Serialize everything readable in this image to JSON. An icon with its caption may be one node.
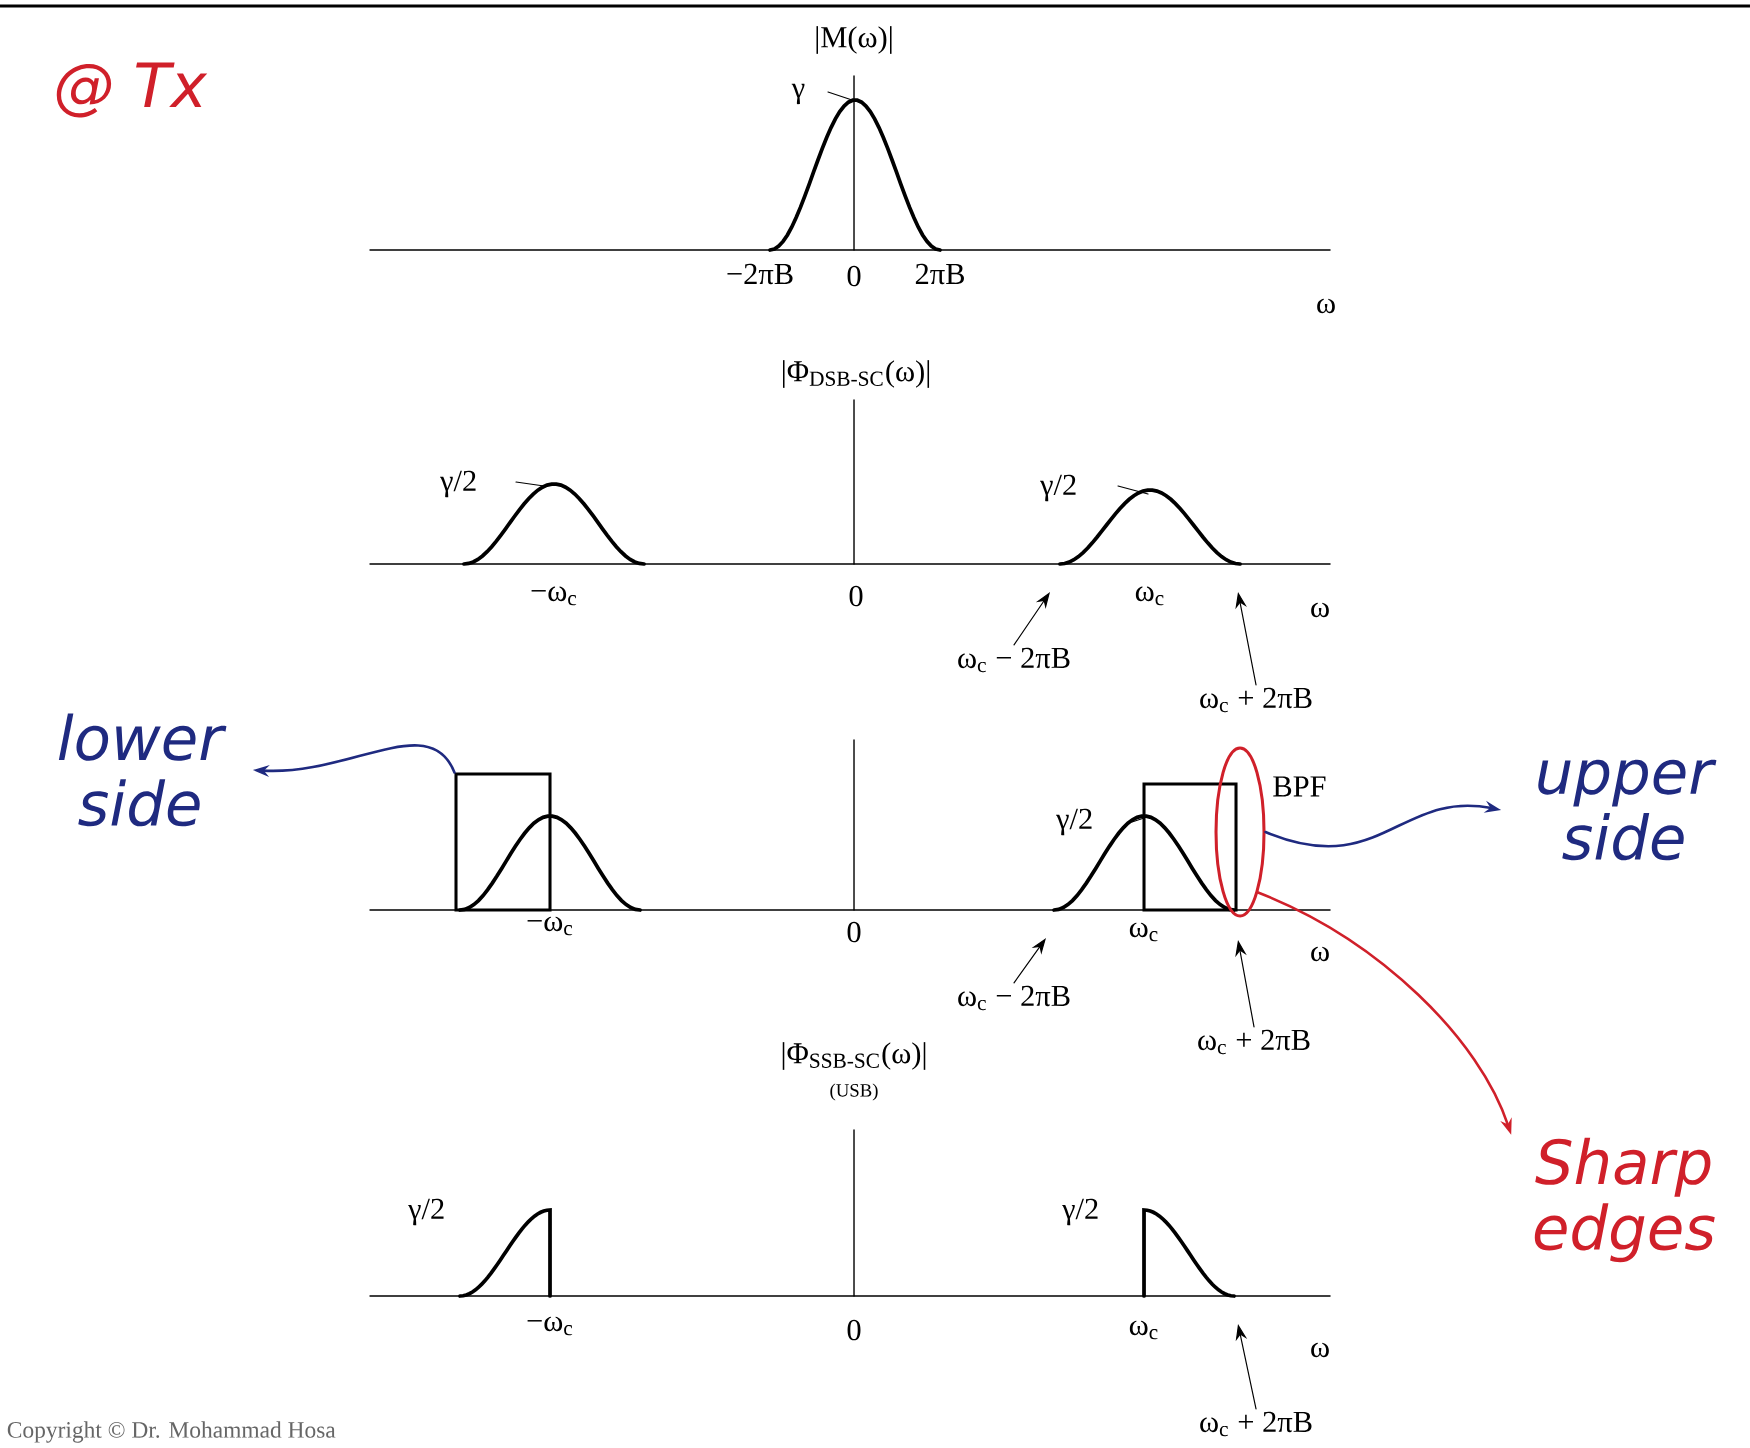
{
  "diagram": {
    "nodes": [
      {
        "text": [
          "ω$_{c}$ − 2πB"
        ]
      },
      {
        "text": [
          "ω$_{c}$ + 2πB"
        ]
      },
      {
        "text": [
          "lower side"
        ]
      },
      {
        "text": [],
        "shape": "box"
      },
      {
        "text": [
          "BPF"
        ]
      },
      {
        "text": [],
        "shape": "ellipse"
      },
      {
        "text": [
          "upper side"
        ]
      },
      {
        "text": [
          "ω$_{c}$ − 2πB"
        ]
      },
      {
        "text": [
          "ω$_{c}$ + 2πB"
        ]
      },
      {
        "text": [
          "Sharp edges"
        ]
      },
      {
        "text": [
          "ω$_{c}$ + 2πB"
        ]
      }
    ],
    "edges": [
      {
        "from": 3,
        "to": 2,
        "arrow": "to",
        "color": "#1f2a80"
      },
      {
        "from": 5,
        "to": 6,
        "arrow": "to",
        "color": "#1f2a80"
      },
      {
        "from": 5,
        "to": 9,
        "arrow": "to",
        "color": "#d0202a"
      },
      {
        "from": 0,
        "to": null,
        "arrow": "to"
      },
      {
        "from": 1,
        "to": null,
        "arrow": "to"
      },
      {
        "from": 7,
        "to": null,
        "arrow": "to"
      },
      {
        "from": 8,
        "to": null,
        "arrow": "to"
      },
      {
        "from": 10,
        "to": null,
        "arrow": "to"
      }
    ],
    "labels": [
      "@ Tx",
      "|M(ω)|",
      "γ",
      "−2πB",
      "0",
      "2πB",
      "ω",
      "|Φ$_{DSB-SC}$(ω)|",
      "γ/2",
      "γ/2",
      "−ω$_{c}$",
      "0",
      "ω$_{c}$",
      "ω",
      "γ/2",
      "−ω$_{c}$",
      "0",
      "ω$_{c}$",
      "ω",
      "|Φ$_{SSB-SC}$(ω)|",
      "(USB)",
      "γ/2",
      "γ/2",
      "−ω$_{c}$",
      "0",
      "ω$_{c}$",
      "ω",
      "Copyright © Dr. Mohammad Hosa"
    ]
  }
}
